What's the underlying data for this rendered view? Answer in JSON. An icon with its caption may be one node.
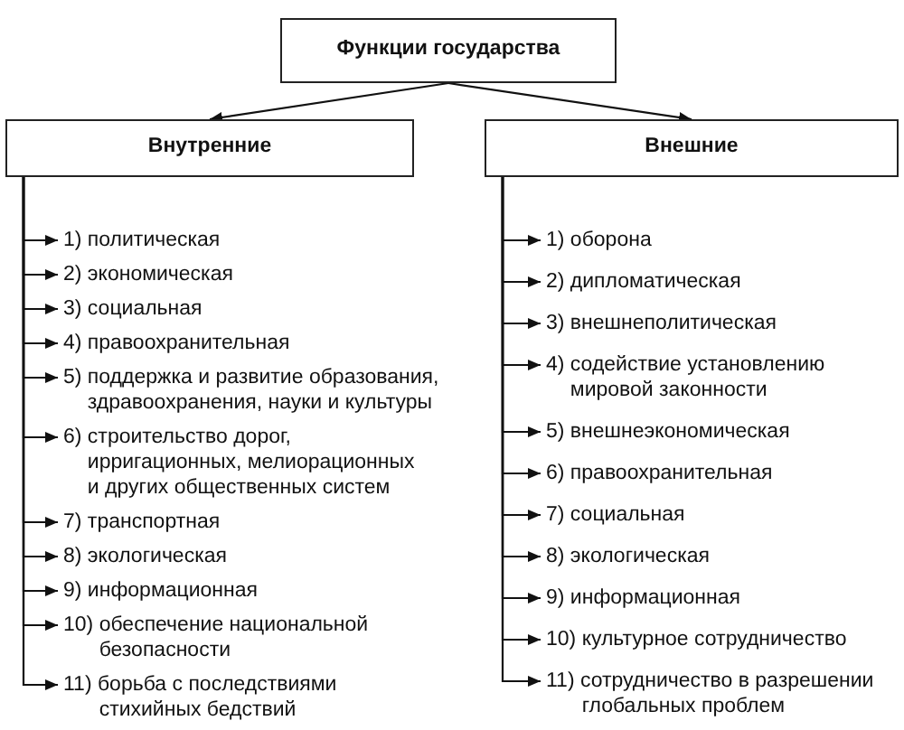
{
  "diagram": {
    "nodes": [
      {
        "text": [
          "Функции государства"
        ]
      },
      {
        "text": [
          "Внутренние"
        ]
      },
      {
        "text": [
          "Внешние"
        ]
      },
      {
        "text": [
          "1) политическая"
        ]
      },
      {
        "text": [
          "2) экономическая"
        ]
      },
      {
        "text": [
          "3) социальная"
        ]
      },
      {
        "text": [
          "4) правоохранительная"
        ]
      },
      {
        "text": [
          "5) поддержка и развитие образования, здравоохранения, науки и культуры"
        ]
      },
      {
        "text": [
          "6) строительство дорог, ирригационных, мелиорационных и других общественных систем"
        ]
      },
      {
        "text": [
          "7) транспортная"
        ]
      },
      {
        "text": [
          "8) экологическая"
        ]
      },
      {
        "text": [
          "9) информационная"
        ]
      },
      {
        "text": [
          "10) обеспечение национальной безопасности"
        ]
      },
      {
        "text": [
          "11) борьба с последствиями стихийных бедствий"
        ]
      },
      {
        "text": [
          "1) оборона"
        ]
      },
      {
        "text": [
          "2) дипломатическая"
        ]
      },
      {
        "text": [
          "3) внешнеполитическая"
        ]
      },
      {
        "text": [
          "4) содействие установлению мировой законности"
        ]
      },
      {
        "text": [
          "5) внешнеэкономическая"
        ]
      },
      {
        "text": [
          "6) правоохранительная"
        ]
      },
      {
        "text": [
          "7) социальная"
        ]
      },
      {
        "text": [
          "8) экологическая"
        ]
      },
      {
        "text": [
          "9) информационная"
        ]
      },
      {
        "text": [
          "10) культурное сотрудничество"
        ]
      },
      {
        "text": [
          "11) сотрудничество в разрешении глобальных проблем"
        ]
      }
    ],
    "edges": [
      {
        "from": 0,
        "to": 1,
        "arrow": "to"
      },
      {
        "from": 0,
        "to": 2,
        "arrow": "to"
      },
      {
        "from": 1,
        "to": 3,
        "arrow": "to"
      },
      {
        "from": 1,
        "to": 4,
        "arrow": "to"
      },
      {
        "from": 1,
        "to": 5,
        "arrow": "to"
      },
      {
        "from": 1,
        "to": 6,
        "arrow": "to"
      },
      {
        "from": 1,
        "to": 7,
        "arrow": "to"
      },
      {
        "from": 1,
        "to": 8,
        "arrow": "to"
      },
      {
        "from": 1,
        "to": 9,
        "arrow": "to"
      },
      {
        "from": 1,
        "to": 10,
        "arrow": "to"
      },
      {
        "from": 1,
        "to": 11,
        "arrow": "to"
      },
      {
        "from": 1,
        "to": 12,
        "arrow": "to"
      },
      {
        "from": 1,
        "to": 13,
        "arrow": "to"
      },
      {
        "from": 2,
        "to": 14,
        "arrow": "to"
      },
      {
        "from": 2,
        "to": 15,
        "arrow": "to"
      },
      {
        "from": 2,
        "to": 16,
        "arrow": "to"
      },
      {
        "from": 2,
        "to": 17,
        "arrow": "to"
      },
      {
        "from": 2,
        "to": 18,
        "arrow": "to"
      },
      {
        "from": 2,
        "to": 19,
        "arrow": "to"
      },
      {
        "from": 2,
        "to": 20,
        "arrow": "to"
      },
      {
        "from": 2,
        "to": 21,
        "arrow": "to"
      },
      {
        "from": 2,
        "to": 22,
        "arrow": "to"
      },
      {
        "from": 2,
        "to": 23,
        "arrow": "to"
      },
      {
        "from": 2,
        "to": 24,
        "arrow": "to"
      }
    ]
  }
}
